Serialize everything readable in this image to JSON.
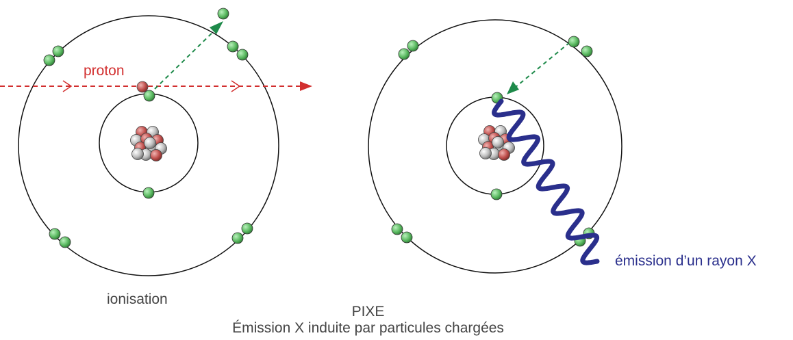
{
  "labels": {
    "proton": "proton",
    "ionisation": "ionisation",
    "xray_emission": "émission d’un rayon X",
    "title": "PIXE",
    "subtitle": "Émission X induite par particules chargées"
  },
  "colors": {
    "proton": "#c0504d",
    "proton_path": "#d22f2f",
    "electron": "#5dbb63",
    "electron_path": "#1e8a4a",
    "xray": "#2a2f8c",
    "orbit": "#111111",
    "text": "#444444"
  }
}
